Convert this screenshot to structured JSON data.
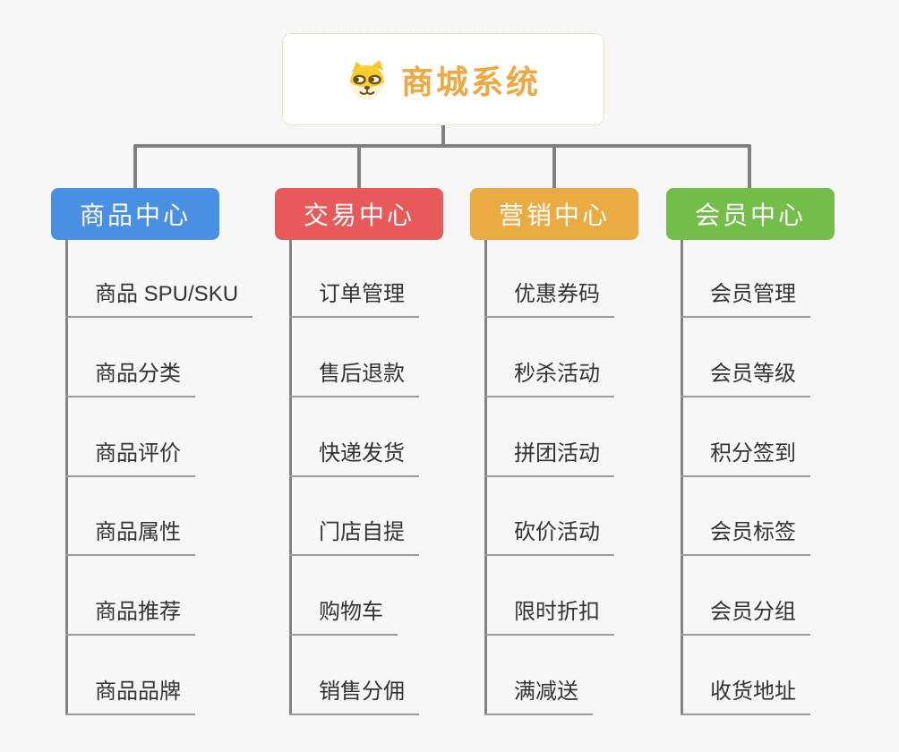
{
  "page": {
    "background_color": "#f7f7f7",
    "connector_color": "#808080",
    "underline_color": "#9a9a9a",
    "item_text_color": "#333333"
  },
  "root": {
    "title": "商城系统",
    "icon": "dog-face-icon",
    "text_color": "#f0a843",
    "border_color": "#f1c275"
  },
  "branches": [
    {
      "label": "商品中心",
      "color": "#4a90e2",
      "items": [
        "商品 SPU/SKU",
        "商品分类",
        "商品评价",
        "商品属性",
        "商品推荐",
        "商品品牌"
      ]
    },
    {
      "label": "交易中心",
      "color": "#e85a5a",
      "items": [
        "订单管理",
        "售后退款",
        "快递发货",
        "门店自提",
        "购物车",
        "销售分佣"
      ]
    },
    {
      "label": "营销中心",
      "color": "#eaab42",
      "items": [
        "优惠券码",
        "秒杀活动",
        "拼团活动",
        "砍价活动",
        "限时折扣",
        "满减送"
      ]
    },
    {
      "label": "会员中心",
      "color": "#73bd4a",
      "items": [
        "会员管理",
        "会员等级",
        "积分签到",
        "会员标签",
        "会员分组",
        "收货地址"
      ]
    }
  ]
}
